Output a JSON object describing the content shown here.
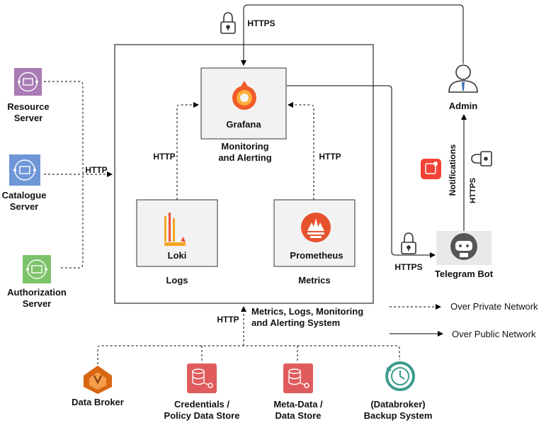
{
  "nodes": {
    "resource_server": "Resource\nServer",
    "catalogue_server": "Catalogue\nServer",
    "authorization_server": "Authorization\nServer",
    "grafana": "Grafana",
    "grafana_caption": "Monitoring\nand Alerting",
    "loki": "Loki",
    "loki_caption": "Logs",
    "prometheus": "Prometheus",
    "prometheus_caption": "Metrics",
    "system_caption": "Metrics, Logs, Monitoring\nand Alerting System",
    "admin": "Admin",
    "telegram_bot": "Telegram Bot",
    "data_broker": "Data Broker",
    "credentials_store": "Credentials /\nPolicy Data Store",
    "metadata_store": "Meta-Data /\nData Store",
    "backup_system": "(Databroker)\nBackup System"
  },
  "edges": {
    "https_top": "HTTPS",
    "http_servers": "HTTP",
    "http_logs": "HTTP",
    "http_metrics": "HTTP",
    "http_bottom": "HTTP",
    "https_telegram": "HTTPS",
    "https_notify": "HTTPS",
    "notifications": "Notifications"
  },
  "legend": {
    "private": "Over Private Network",
    "public": "Over Public Network"
  },
  "colors": {
    "server_purple": "#a97bb5",
    "server_blue": "#6f97d8",
    "server_green": "#7dc36a",
    "grafana_orange": "#f05a28",
    "loki_orange": "#f5a623",
    "prometheus_red": "#e6522c",
    "aws_orange": "#d86613",
    "db_red": "#e05c5c",
    "backup_teal": "#3b9c8c",
    "admin_blue": "#3d6fb6",
    "notify_red": "#f44336"
  }
}
